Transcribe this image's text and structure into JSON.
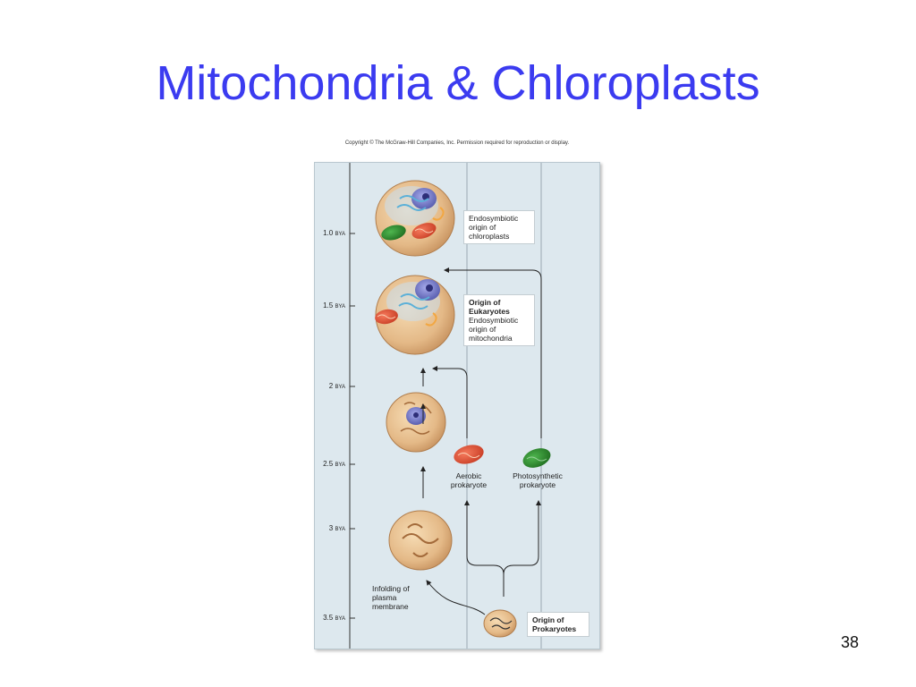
{
  "slide": {
    "title": "Mitochondria & Chloroplasts",
    "copyright": "Copyright © The McGraw-Hill Companies, Inc. Permission required for reproduction or display.",
    "page_number": "38"
  },
  "figure": {
    "timeline": [
      {
        "value": "1.0",
        "unit": "BYA"
      },
      {
        "value": "1.5",
        "unit": "BYA"
      },
      {
        "value": "2",
        "unit": "BYA"
      },
      {
        "value": "2.5",
        "unit": "BYA"
      },
      {
        "value": "3",
        "unit": "BYA"
      },
      {
        "value": "3.5",
        "unit": "BYA"
      }
    ],
    "callouts": {
      "chloroplast_origin": {
        "lines": [
          "Endosymbiotic",
          "origin of",
          "chloroplasts"
        ]
      },
      "eukaryote_origin": {
        "heading_1": "Origin of",
        "heading_2": "Eukaryotes",
        "lines": [
          "Endosymbiotic",
          "origin of",
          "mitochondria"
        ]
      },
      "prokaryote_origin": {
        "heading_1": "Origin of",
        "heading_2": "Prokaryotes"
      }
    },
    "labels": {
      "aerobic_1": "Aerobic",
      "aerobic_2": "prokaryote",
      "photo_1": "Photosynthetic",
      "photo_2": "prokaryote",
      "infold_1": "Infolding of",
      "infold_2": "plasma",
      "infold_3": "membrane"
    },
    "colors": {
      "title": "#3b3bf0",
      "cell": "#e9c597",
      "mitochondrion": "#e2553a",
      "chloroplast": "#2f8d2f",
      "nucleus": "#7a7fc9"
    }
  }
}
